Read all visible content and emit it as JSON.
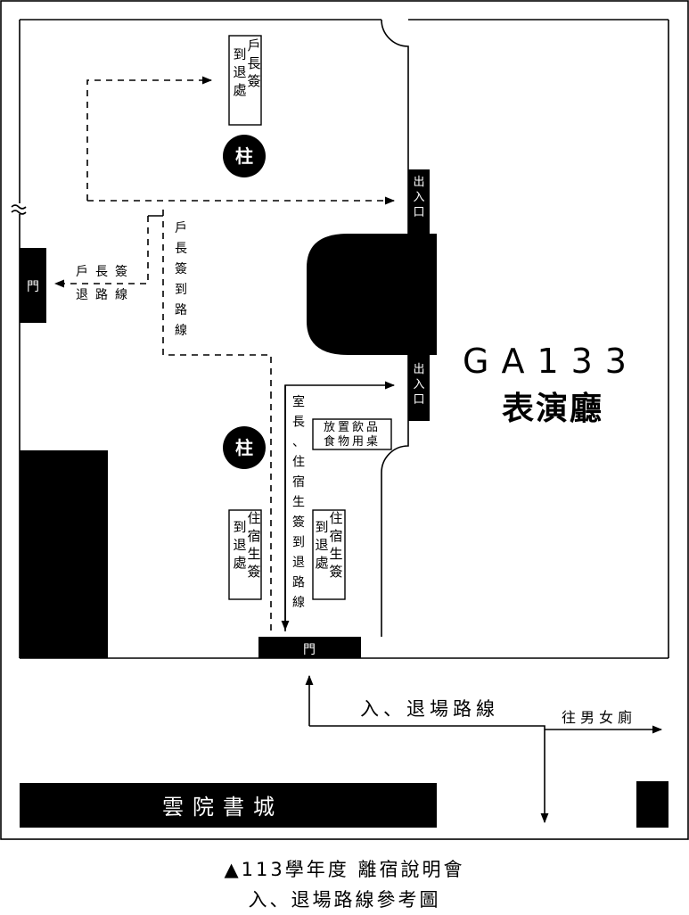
{
  "hall": {
    "code": "GA133",
    "name": "表演廳"
  },
  "labels": {
    "household_area": "戶長簽到退處",
    "household_route": "戶長簽到路線",
    "household_route_left": "戶長簽退路線",
    "exit_entrance_top": "出入口",
    "exit_entrance_bottom": "出入口",
    "pillar_top": "柱",
    "pillar_bottom": "柱",
    "door_left": "門",
    "door_bottom": "門",
    "food_table": "放置飲品食物用桌",
    "dorm_route": "室長、住宿生簽到退路線",
    "dorm_area_left": "住宿生簽到退處",
    "dorm_area_right": "住宿生簽到退處",
    "entry_exit_route": "入、退場路線",
    "to_restroom": "往男女廁",
    "yunyuan": "雲院書城"
  },
  "caption": {
    "line1": "▲113學年度 離宿說明會",
    "line2": "入、退場路線參考圖"
  }
}
